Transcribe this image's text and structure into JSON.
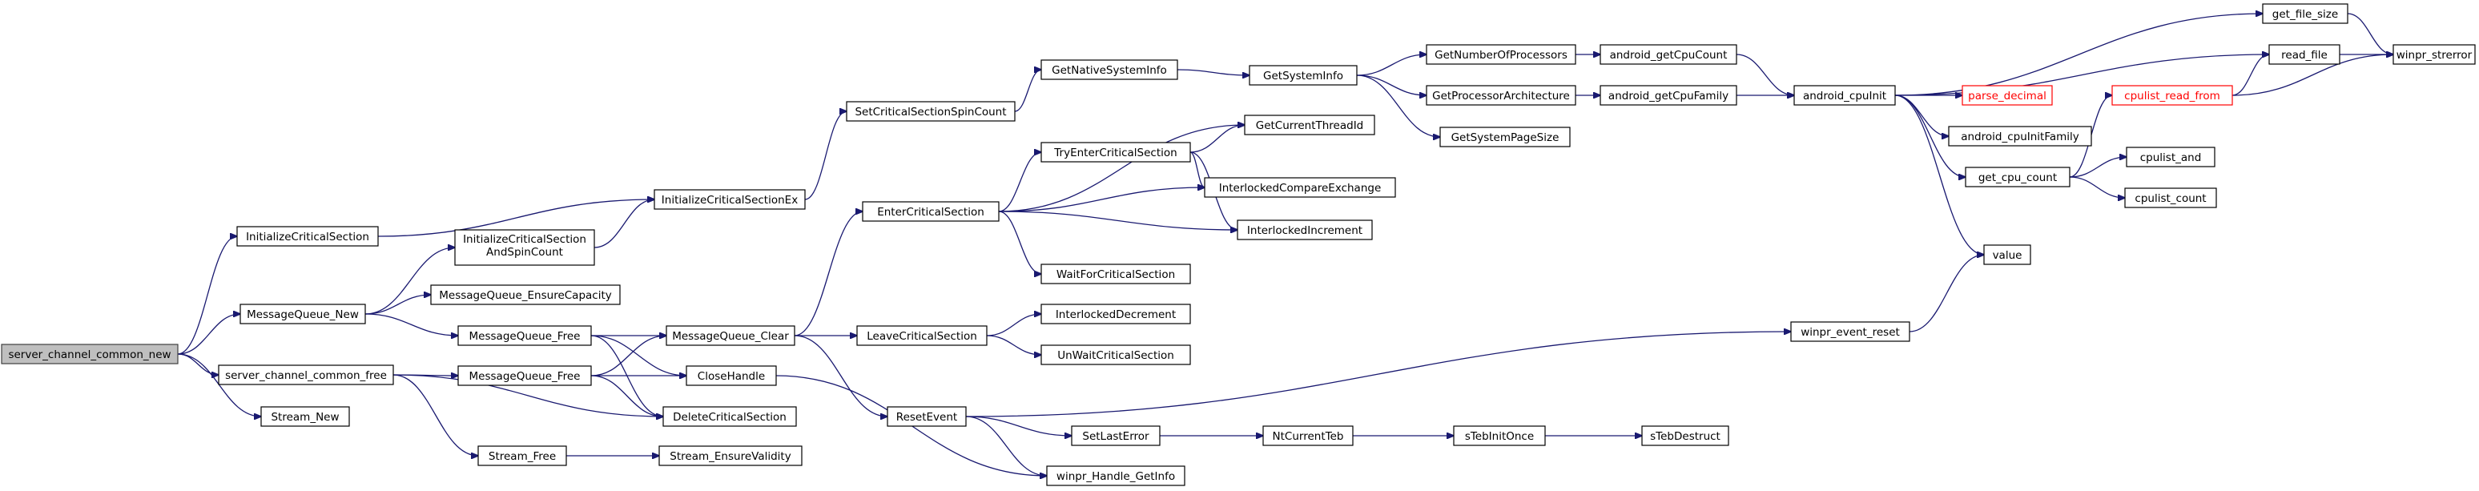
{
  "graph": {
    "nodes": [
      {
        "id": "server_channel_common_new",
        "label": "server_channel_common_new",
        "style": "root"
      },
      {
        "id": "InitializeCriticalSection",
        "label": "InitializeCriticalSection"
      },
      {
        "id": "MessageQueue_New",
        "label": "MessageQueue_New"
      },
      {
        "id": "server_channel_common_free",
        "label": "server_channel_common_free"
      },
      {
        "id": "Stream_New",
        "label": "Stream_New"
      },
      {
        "id": "InitializeCriticalSectionAndSpinCount",
        "label": "InitializeCriticalSection AndSpinCount",
        "lines": [
          "InitializeCriticalSection",
          "AndSpinCount"
        ]
      },
      {
        "id": "MessageQueue_EnsureCapacity",
        "label": "MessageQueue_EnsureCapacity"
      },
      {
        "id": "MessageQueue_Free_1",
        "label": "MessageQueue_Free"
      },
      {
        "id": "MessageQueue_Free_2",
        "label": "MessageQueue_Free"
      },
      {
        "id": "Stream_Free",
        "label": "Stream_Free"
      },
      {
        "id": "InitializeCriticalSectionEx",
        "label": "InitializeCriticalSectionEx"
      },
      {
        "id": "MessageQueue_Clear",
        "label": "MessageQueue_Clear"
      },
      {
        "id": "CloseHandle",
        "label": "CloseHandle"
      },
      {
        "id": "DeleteCriticalSection",
        "label": "DeleteCriticalSection"
      },
      {
        "id": "Stream_EnsureValidity",
        "label": "Stream_EnsureValidity"
      },
      {
        "id": "SetCriticalSectionSpinCount",
        "label": "SetCriticalSectionSpinCount"
      },
      {
        "id": "EnterCriticalSection",
        "label": "EnterCriticalSection"
      },
      {
        "id": "LeaveCriticalSection",
        "label": "LeaveCriticalSection"
      },
      {
        "id": "ResetEvent",
        "label": "ResetEvent"
      },
      {
        "id": "GetNativeSystemInfo",
        "label": "GetNativeSystemInfo"
      },
      {
        "id": "TryEnterCriticalSection",
        "label": "TryEnterCriticalSection"
      },
      {
        "id": "WaitForCriticalSection",
        "label": "WaitForCriticalSection"
      },
      {
        "id": "InterlockedDecrement",
        "label": "InterlockedDecrement"
      },
      {
        "id": "UnWaitCriticalSection",
        "label": "UnWaitCriticalSection"
      },
      {
        "id": "SetLastError",
        "label": "SetLastError"
      },
      {
        "id": "winpr_Handle_GetInfo",
        "label": "winpr_Handle_GetInfo"
      },
      {
        "id": "GetSystemInfo",
        "label": "GetSystemInfo"
      },
      {
        "id": "GetCurrentThreadId",
        "label": "GetCurrentThreadId"
      },
      {
        "id": "InterlockedCompareExchange",
        "label": "InterlockedCompareExchange"
      },
      {
        "id": "InterlockedIncrement",
        "label": "InterlockedIncrement"
      },
      {
        "id": "NtCurrentTeb",
        "label": "NtCurrentTeb"
      },
      {
        "id": "GetNumberOfProcessors",
        "label": "GetNumberOfProcessors"
      },
      {
        "id": "GetProcessorArchitecture",
        "label": "GetProcessorArchitecture"
      },
      {
        "id": "GetSystemPageSize",
        "label": "GetSystemPageSize"
      },
      {
        "id": "sTebInitOnce",
        "label": "sTebInitOnce"
      },
      {
        "id": "android_getCpuCount",
        "label": "android_getCpuCount"
      },
      {
        "id": "android_getCpuFamily",
        "label": "android_getCpuFamily"
      },
      {
        "id": "sTebDestruct",
        "label": "sTebDestruct"
      },
      {
        "id": "android_cpuInit",
        "label": "android_cpuInit"
      },
      {
        "id": "winpr_event_reset",
        "label": "winpr_event_reset"
      },
      {
        "id": "parse_decimal",
        "label": "parse_decimal",
        "style": "red"
      },
      {
        "id": "android_cpuInitFamily",
        "label": "android_cpuInitFamily"
      },
      {
        "id": "get_cpu_count",
        "label": "get_cpu_count"
      },
      {
        "id": "value",
        "label": "value"
      },
      {
        "id": "get_file_size",
        "label": "get_file_size"
      },
      {
        "id": "read_file",
        "label": "read_file"
      },
      {
        "id": "cpulist_read_from",
        "label": "cpulist_read_from",
        "style": "red"
      },
      {
        "id": "cpulist_and",
        "label": "cpulist_and"
      },
      {
        "id": "cpulist_count",
        "label": "cpulist_count"
      },
      {
        "id": "winpr_strerror",
        "label": "winpr_strerror"
      }
    ],
    "edges": [
      [
        "server_channel_common_new",
        "InitializeCriticalSection"
      ],
      [
        "server_channel_common_new",
        "MessageQueue_New"
      ],
      [
        "server_channel_common_new",
        "server_channel_common_free"
      ],
      [
        "server_channel_common_new",
        "Stream_New"
      ],
      [
        "InitializeCriticalSection",
        "InitializeCriticalSectionEx"
      ],
      [
        "MessageQueue_New",
        "InitializeCriticalSectionAndSpinCount"
      ],
      [
        "MessageQueue_New",
        "MessageQueue_EnsureCapacity"
      ],
      [
        "MessageQueue_New",
        "MessageQueue_Free_1"
      ],
      [
        "InitializeCriticalSectionAndSpinCount",
        "InitializeCriticalSectionEx"
      ],
      [
        "InitializeCriticalSectionEx",
        "SetCriticalSectionSpinCount"
      ],
      [
        "SetCriticalSectionSpinCount",
        "GetNativeSystemInfo"
      ],
      [
        "GetNativeSystemInfo",
        "GetSystemInfo"
      ],
      [
        "MessageQueue_Free_1",
        "MessageQueue_Clear"
      ],
      [
        "MessageQueue_Free_1",
        "CloseHandle"
      ],
      [
        "MessageQueue_Free_1",
        "DeleteCriticalSection"
      ],
      [
        "server_channel_common_free",
        "MessageQueue_Free_2"
      ],
      [
        "server_channel_common_free",
        "DeleteCriticalSection"
      ],
      [
        "server_channel_common_free",
        "Stream_Free"
      ],
      [
        "MessageQueue_Free_2",
        "MessageQueue_Clear"
      ],
      [
        "MessageQueue_Free_2",
        "CloseHandle"
      ],
      [
        "MessageQueue_Free_2",
        "DeleteCriticalSection"
      ],
      [
        "Stream_Free",
        "Stream_EnsureValidity"
      ],
      [
        "MessageQueue_Clear",
        "EnterCriticalSection"
      ],
      [
        "MessageQueue_Clear",
        "LeaveCriticalSection"
      ],
      [
        "MessageQueue_Clear",
        "ResetEvent"
      ],
      [
        "CloseHandle",
        "winpr_Handle_GetInfo"
      ],
      [
        "EnterCriticalSection",
        "GetCurrentThreadId"
      ],
      [
        "EnterCriticalSection",
        "TryEnterCriticalSection"
      ],
      [
        "EnterCriticalSection",
        "InterlockedCompareExchange"
      ],
      [
        "EnterCriticalSection",
        "InterlockedIncrement"
      ],
      [
        "EnterCriticalSection",
        "WaitForCriticalSection"
      ],
      [
        "TryEnterCriticalSection",
        "GetCurrentThreadId"
      ],
      [
        "TryEnterCriticalSection",
        "InterlockedCompareExchange"
      ],
      [
        "TryEnterCriticalSection",
        "InterlockedIncrement"
      ],
      [
        "LeaveCriticalSection",
        "InterlockedDecrement"
      ],
      [
        "LeaveCriticalSection",
        "UnWaitCriticalSection"
      ],
      [
        "ResetEvent",
        "winpr_event_reset"
      ],
      [
        "ResetEvent",
        "SetLastError"
      ],
      [
        "ResetEvent",
        "winpr_Handle_GetInfo"
      ],
      [
        "SetLastError",
        "NtCurrentTeb"
      ],
      [
        "NtCurrentTeb",
        "sTebInitOnce"
      ],
      [
        "sTebInitOnce",
        "sTebDestruct"
      ],
      [
        "GetSystemInfo",
        "GetNumberOfProcessors"
      ],
      [
        "GetSystemInfo",
        "GetProcessorArchitecture"
      ],
      [
        "GetSystemInfo",
        "GetSystemPageSize"
      ],
      [
        "GetNumberOfProcessors",
        "android_getCpuCount"
      ],
      [
        "GetProcessorArchitecture",
        "android_getCpuFamily"
      ],
      [
        "android_getCpuCount",
        "android_cpuInit"
      ],
      [
        "android_getCpuFamily",
        "android_cpuInit"
      ],
      [
        "android_cpuInit",
        "get_file_size"
      ],
      [
        "android_cpuInit",
        "read_file"
      ],
      [
        "android_cpuInit",
        "parse_decimal"
      ],
      [
        "android_cpuInit",
        "android_cpuInitFamily"
      ],
      [
        "android_cpuInit",
        "get_cpu_count"
      ],
      [
        "android_cpuInit",
        "value"
      ],
      [
        "winpr_event_reset",
        "value"
      ],
      [
        "get_cpu_count",
        "cpulist_read_from"
      ],
      [
        "get_cpu_count",
        "cpulist_and"
      ],
      [
        "get_cpu_count",
        "cpulist_count"
      ],
      [
        "cpulist_read_from",
        "read_file"
      ],
      [
        "cpulist_read_from",
        "winpr_strerror"
      ],
      [
        "get_file_size",
        "winpr_strerror"
      ],
      [
        "read_file",
        "winpr_strerror"
      ]
    ]
  }
}
